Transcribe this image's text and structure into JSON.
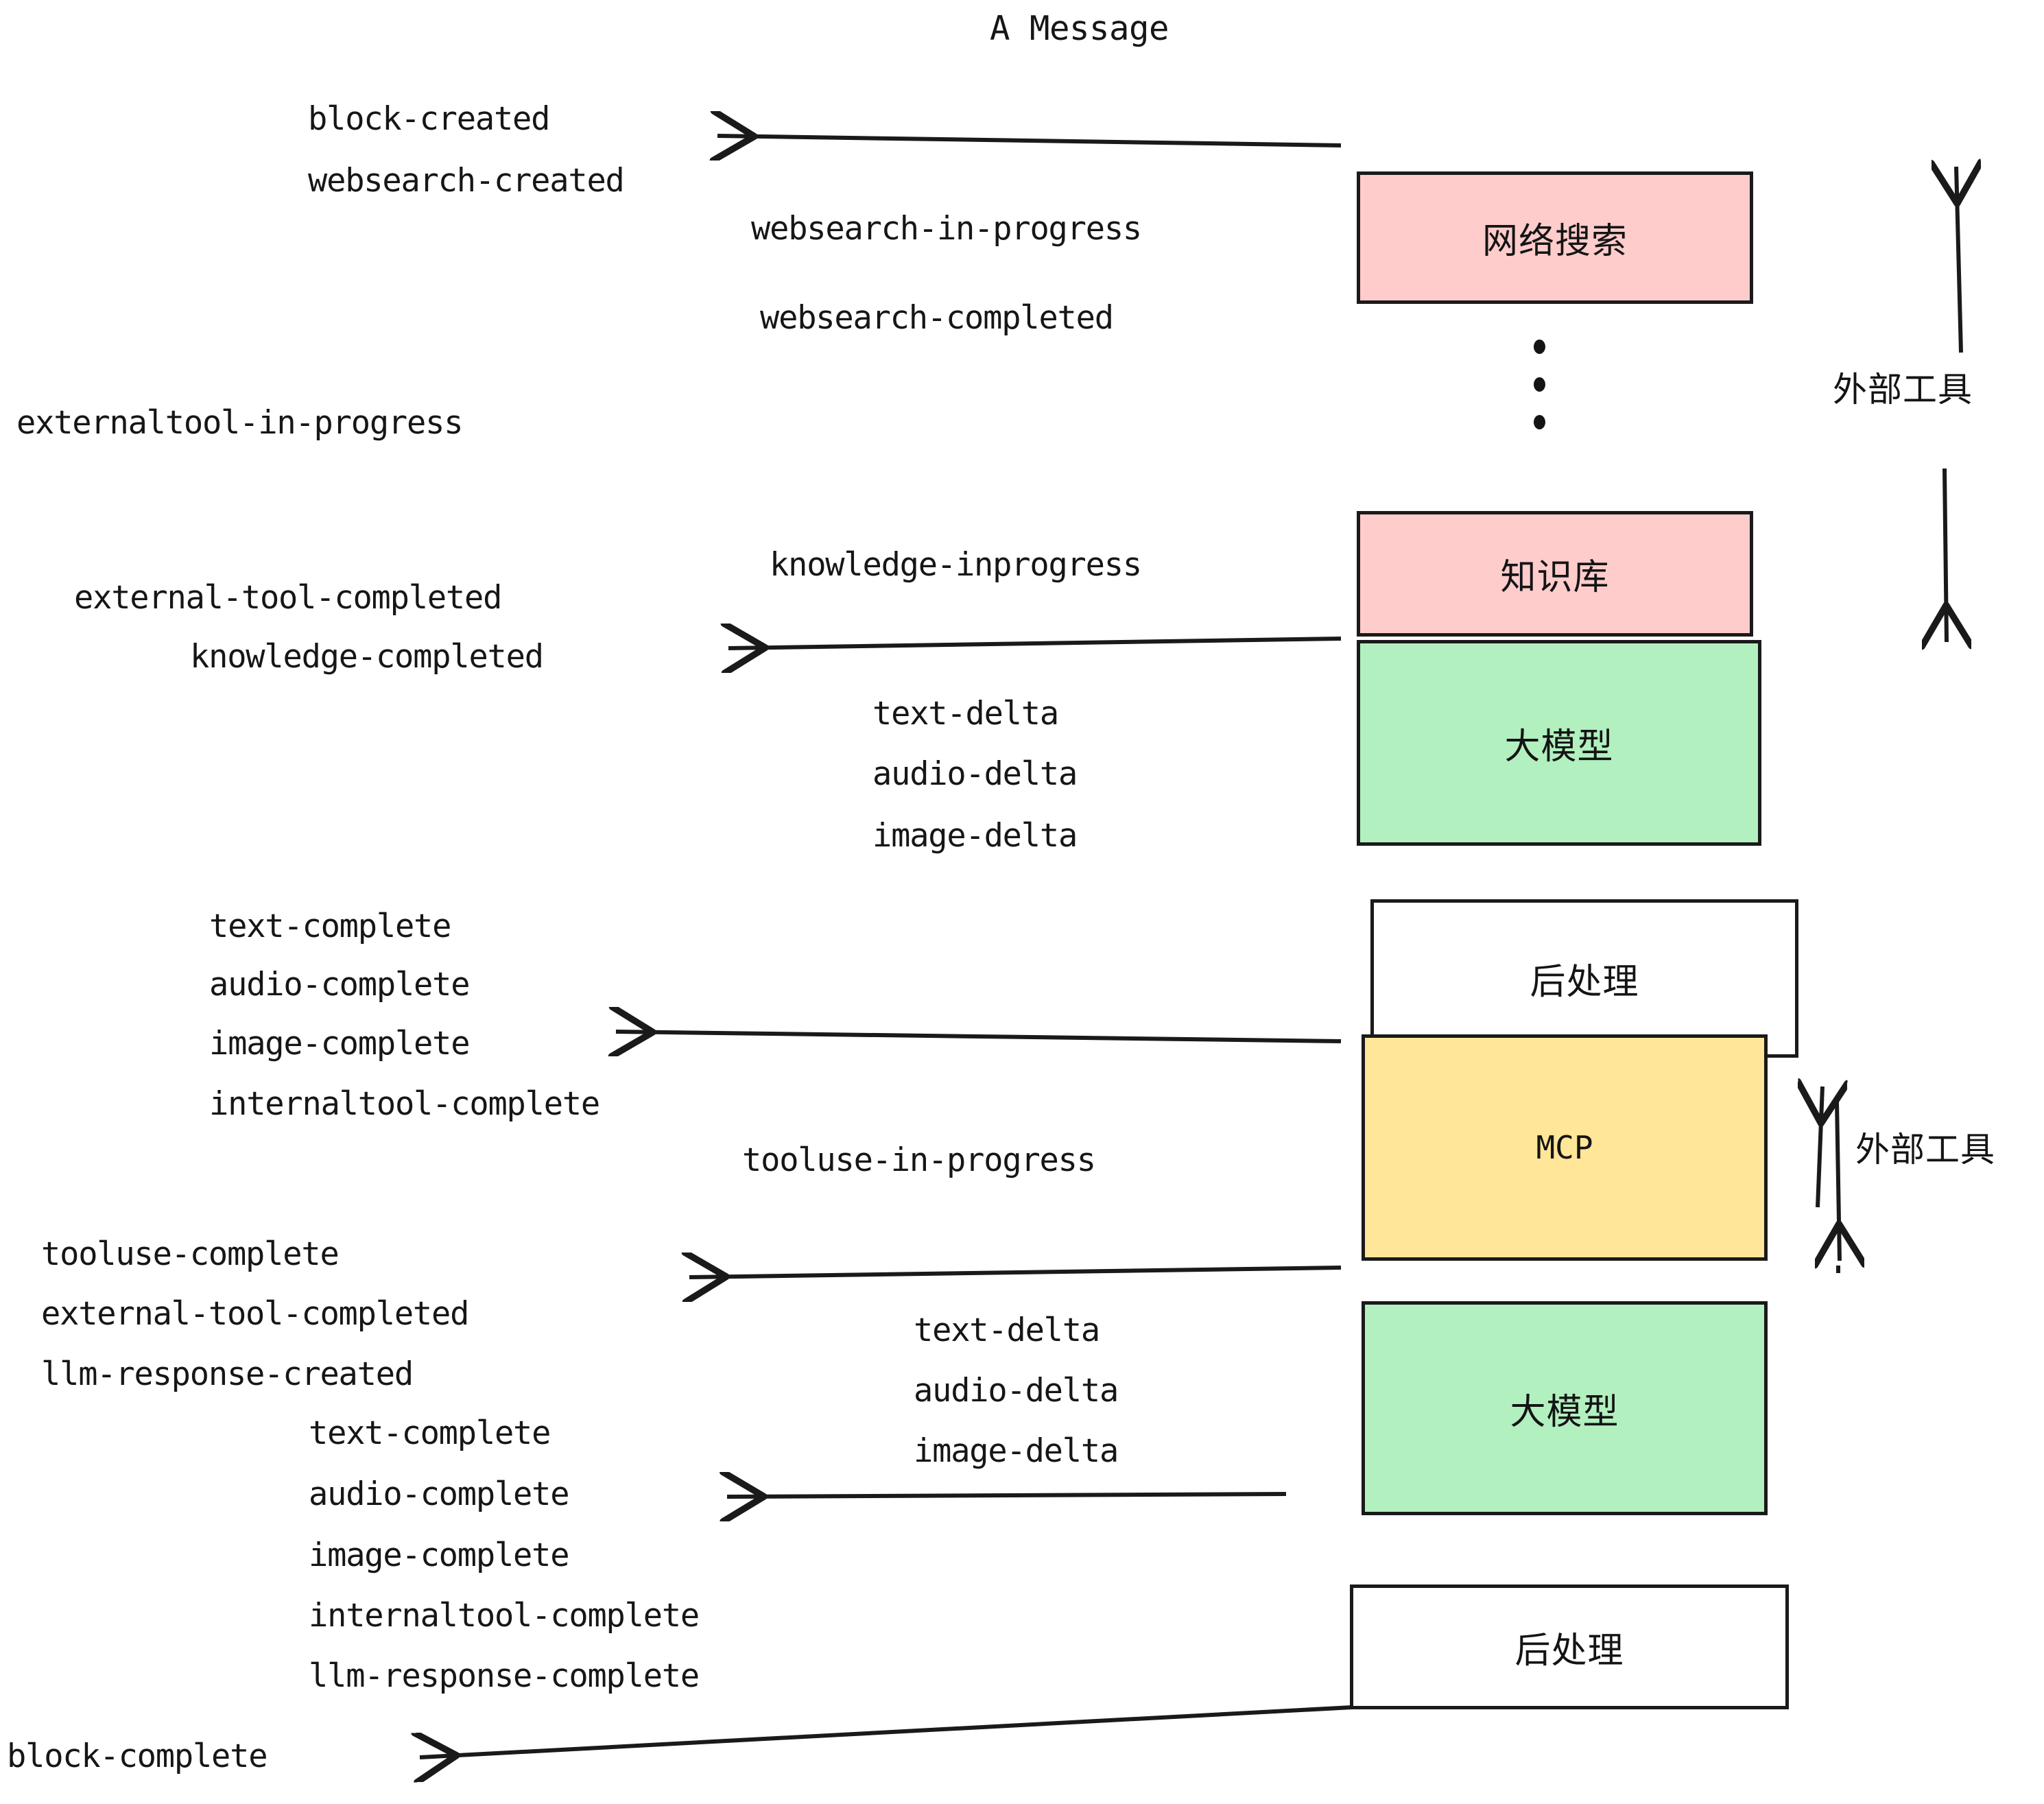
{
  "title": "A Message",
  "nodes": [
    {
      "id": "websearch",
      "label": "网络搜索",
      "color": "#ffcccc"
    },
    {
      "id": "knowledge",
      "label": "知识库",
      "color": "#ffcccc"
    },
    {
      "id": "llm-1",
      "label": "大模型",
      "color": "#b2f0bf"
    },
    {
      "id": "post-1",
      "label": "后处理",
      "color": "#ffffff"
    },
    {
      "id": "mcp",
      "label": "MCP",
      "color": "#ffe699"
    },
    {
      "id": "llm-2",
      "label": "大模型",
      "color": "#b2f0bf"
    },
    {
      "id": "post-2",
      "label": "后处理",
      "color": "#ffffff"
    }
  ],
  "side_labels": {
    "external_tool_top": "外部工具",
    "external_tool_bottom": "外部工具"
  },
  "events": {
    "block_created": "block-created",
    "websearch_created": "websearch-created",
    "websearch_in_progress": "websearch-in-progress",
    "websearch_completed": "websearch-completed",
    "externaltool_in_progress": "externaltool-in-progress",
    "knowledge_inprogress": "knowledge-inprogress",
    "external_tool_completed_1": "external-tool-completed",
    "knowledge_completed": "knowledge-completed",
    "text_delta_1": "text-delta",
    "audio_delta_1": "audio-delta",
    "image_delta_1": "image-delta",
    "text_complete_1": "text-complete",
    "audio_complete_1": "audio-complete",
    "image_complete_1": "image-complete",
    "internaltool_complete_1": "internaltool-complete",
    "tooluse_in_progress": "tooluse-in-progress",
    "tooluse_complete": "tooluse-complete",
    "external_tool_completed_2": "external-tool-completed",
    "llm_response_created": "llm-response-created",
    "text_delta_2": "text-delta",
    "audio_delta_2": "audio-delta",
    "image_delta_2": "image-delta",
    "text_complete_2": "text-complete",
    "audio_complete_2": "audio-complete",
    "image_complete_2": "image-complete",
    "internaltool_complete_2": "internaltool-complete",
    "llm_response_complete": "llm-response-complete",
    "block_complete": "block-complete"
  },
  "colors": {
    "pink": "#ffcccc",
    "green": "#b2f0bf",
    "yellow": "#ffe699",
    "white": "#ffffff",
    "stroke": "#1a1a1a",
    "text": "#161616",
    "background": "#ffffff"
  }
}
